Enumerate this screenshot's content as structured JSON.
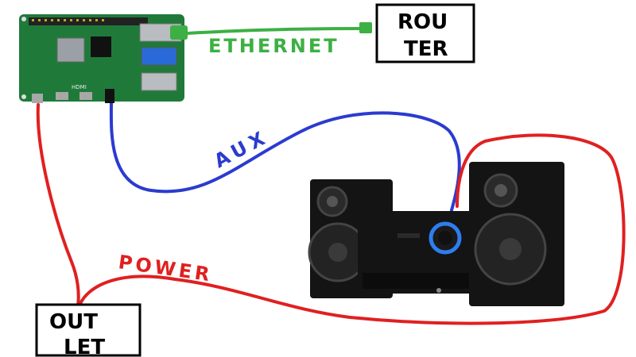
{
  "labels": {
    "ethernet": "ETHERNET",
    "aux": "AUX",
    "power": "POWER",
    "router_line1": "ROU",
    "router_line2": "TER",
    "outlet_line1": "OUT",
    "outlet_line2": "LET"
  },
  "colors": {
    "ethernet": "#3cb043",
    "aux": "#2b3bd0",
    "power": "#e02020",
    "ink": "#000000",
    "board": "#1f7a3a",
    "speaker": "#141414",
    "accent_ring": "#2f7df0"
  },
  "icons": {
    "device": "raspberry-pi-board",
    "speakers": "stereo-speaker-system"
  }
}
